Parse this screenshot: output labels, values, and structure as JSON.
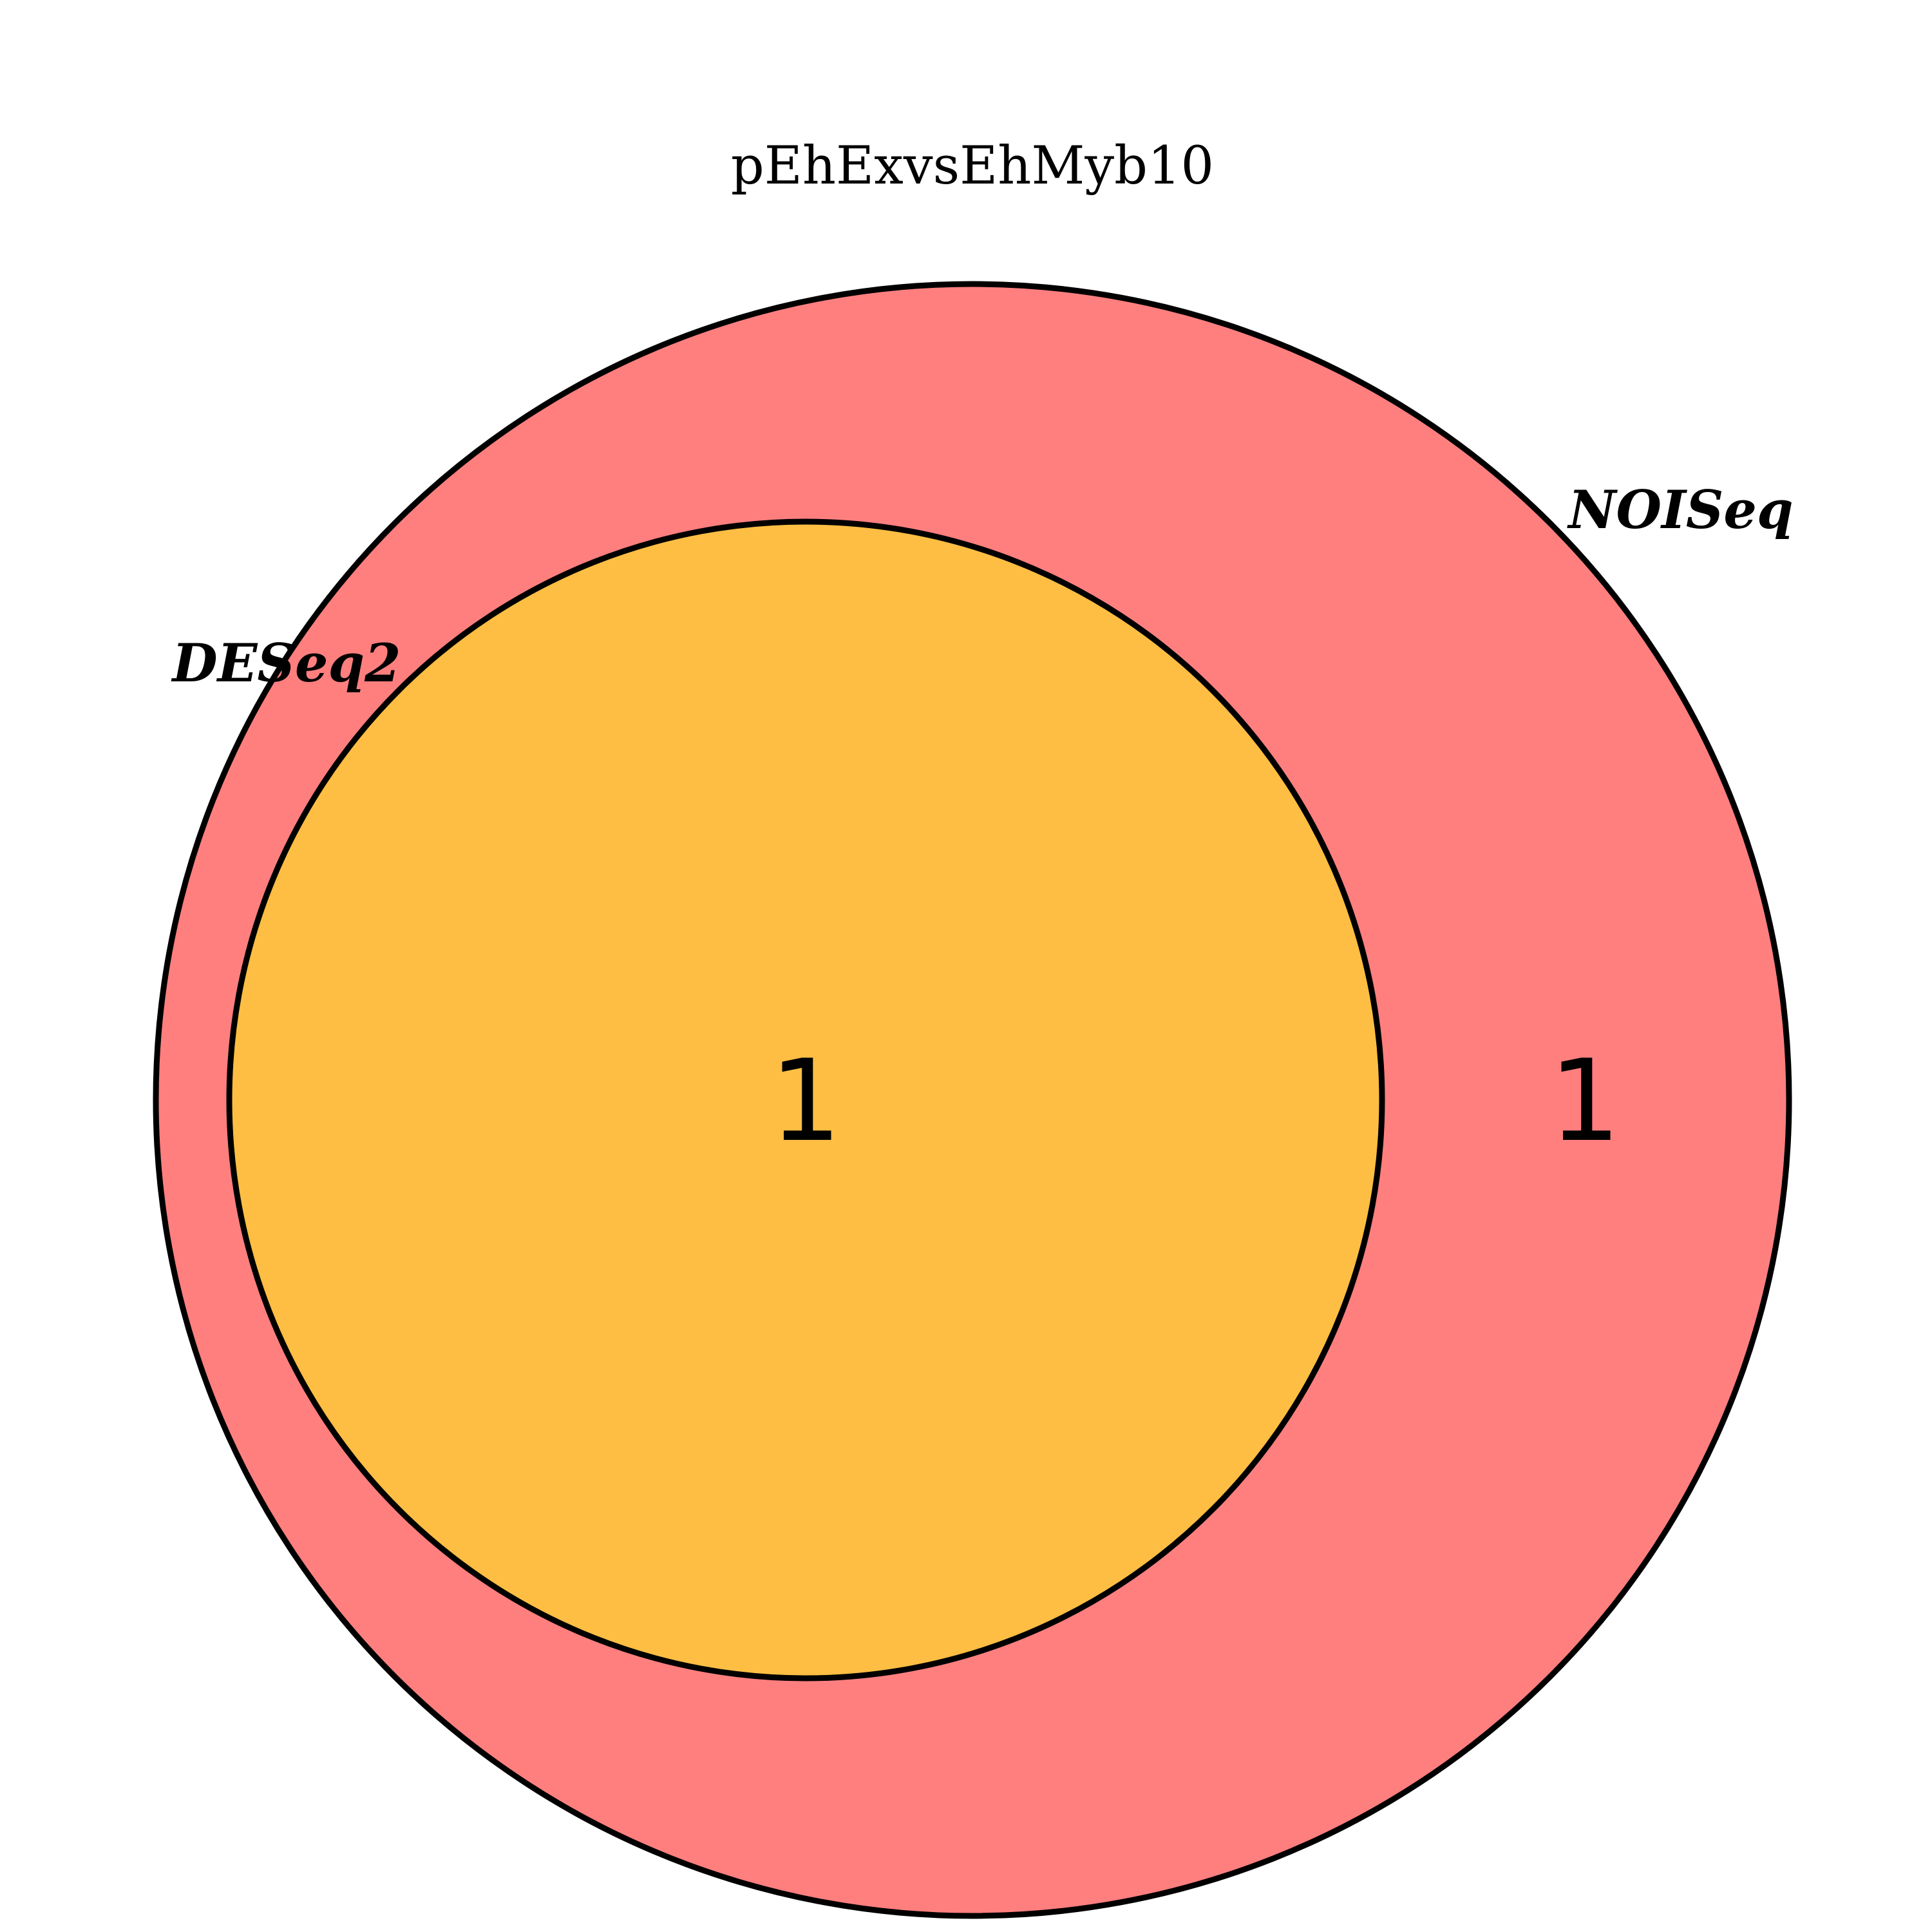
{
  "title": "pEhExvsEhMyb10",
  "sets": [
    {
      "name": "NOISeq",
      "fill_color": "#ff7f7f",
      "stroke_color": "#000000"
    },
    {
      "name": "DESeq2",
      "fill_color": "#fdbe43",
      "stroke_color": "#000000"
    }
  ],
  "regions": {
    "noiseq_only": "1",
    "deseq2_and_noiseq": "1"
  }
}
